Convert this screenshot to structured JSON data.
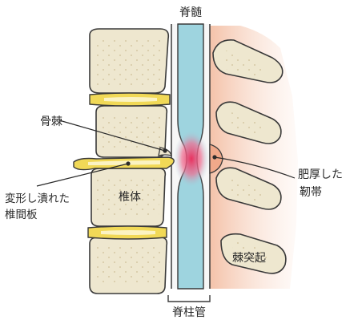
{
  "labels": {
    "spinal_cord": "脊髄",
    "osteophyte": "骨棘",
    "disc_line1": "変形し潰れた",
    "disc_line2": "椎間板",
    "vertebral_body": "椎体",
    "ligament_line1": "肥厚した",
    "ligament_line2": "靭帯",
    "spinous_process": "棘突起",
    "spinal_canal": "脊柱管"
  },
  "colors": {
    "bone": "#eee7cf",
    "bone_dots": "#c9b98f",
    "outline": "#3a3a3a",
    "disc": "#f1d957",
    "disc_center": "#fbf3c2",
    "spinal_cord": "#9ed4df",
    "canal": "#f7f7f7",
    "compression": "#e8325f",
    "soft_tissue": "#f4c9b3",
    "ligament": "#f0a98a"
  }
}
